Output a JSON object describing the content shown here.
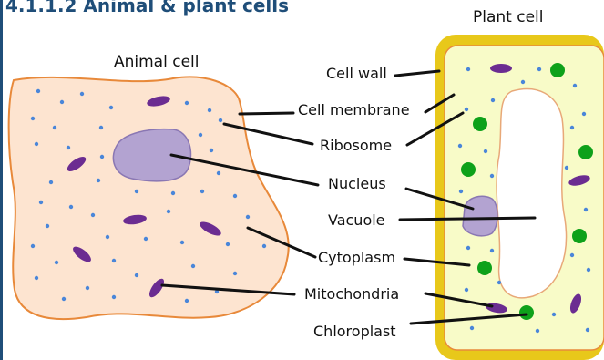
{
  "heading": "4.1.1.2 Animal & plant cells",
  "animal_title": "Animal cell",
  "plant_title": "Plant cell",
  "labels": {
    "cell_wall": "Cell wall",
    "cell_membrane": "Cell membrane",
    "ribosome": "Ribosome",
    "nucleus": "Nucleus",
    "vacuole": "Vacuole",
    "cytoplasm": "Cytoplasm",
    "mitochondria": "Mitochondria",
    "chloroplast": "Chloroplast"
  },
  "colors": {
    "heading": "#1f4e79",
    "cytoplasm_animal": "#fde4d0",
    "membrane": "#e8893a",
    "cell_wall": "#e8c81a",
    "cytoplasm_plant": "#f8fbc8",
    "nucleus": "#b3a3d1",
    "mitochondria": "#6b2c91",
    "ribosome": "#4a86d9",
    "chloroplast": "#0ea11a"
  }
}
